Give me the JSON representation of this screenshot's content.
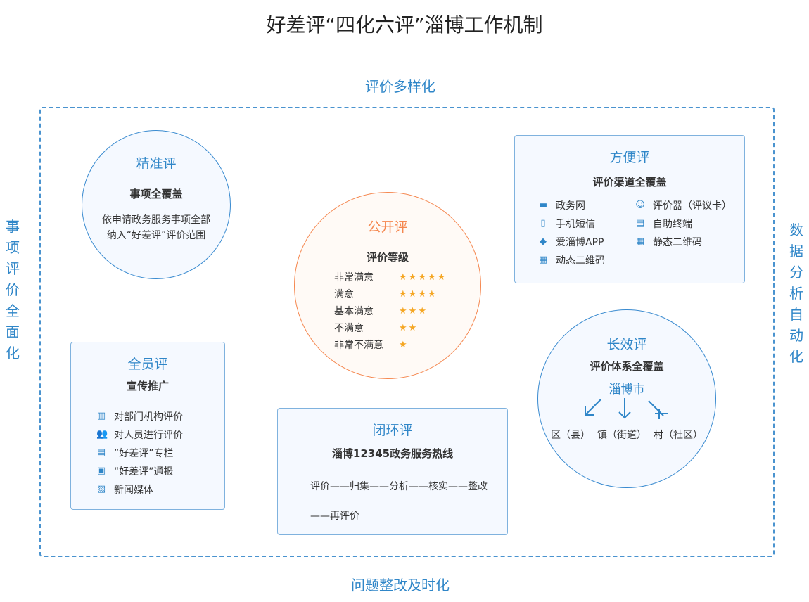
{
  "title": "好差评“四化六评”淄博工作机制",
  "axes": {
    "top": "评价多样化",
    "bottom": "问题整改及时化",
    "left": [
      "事",
      "项",
      "评",
      "价",
      "全",
      "面",
      "化"
    ],
    "right": [
      "数",
      "据",
      "分",
      "析",
      "自",
      "动",
      "化"
    ]
  },
  "jingzhun": {
    "title": "精准评",
    "subtitle": "事项全覆盖",
    "lines": [
      "依申请政务服务事项全部",
      "纳入“好差评”评价范围"
    ]
  },
  "fangbian": {
    "title": "方便评",
    "subtitle": "评价渠道全覆盖",
    "items": [
      {
        "label": "政务网",
        "icon": "monitor-icon"
      },
      {
        "label": "评价器（评议卡）",
        "icon": "smiley-icon"
      },
      {
        "label": "手机短信",
        "icon": "phone-icon"
      },
      {
        "label": "自助终端",
        "icon": "terminal-icon"
      },
      {
        "label": "爱淄博APP",
        "icon": "cube-icon"
      },
      {
        "label": "静态二维码",
        "icon": "qrcode-icon"
      },
      {
        "label": "动态二维码",
        "icon": "qrcode-icon"
      }
    ]
  },
  "gongkai": {
    "title": "公开评",
    "subtitle": "评价等级",
    "levels": [
      {
        "label": "非常满意",
        "stars": 5
      },
      {
        "label": "满意",
        "stars": 4
      },
      {
        "label": "基本满意",
        "stars": 3
      },
      {
        "label": "不满意",
        "stars": 2
      },
      {
        "label": "非常不满意",
        "stars": 1
      }
    ]
  },
  "quanyuan": {
    "title": "全员评",
    "subtitle": "宣传推广",
    "items": [
      {
        "label": "对部门机构评价",
        "icon": "building-icon"
      },
      {
        "label": "对人员进行评价",
        "icon": "users-icon"
      },
      {
        "label": "“好差评”专栏",
        "icon": "document-icon"
      },
      {
        "label": "“好差评”通报",
        "icon": "newspaper-icon"
      },
      {
        "label": "新闻媒体",
        "icon": "media-icon"
      }
    ]
  },
  "bihuan": {
    "title": "闭环评",
    "subtitle": "淄博12345政务服务热线",
    "line1": "评价——归集——分析——核实——整改",
    "line2": "——再评价"
  },
  "changxiao": {
    "title": "长效评",
    "subtitle": "评价体系全覆盖",
    "root": "淄博市",
    "branches": [
      "区（县）",
      "镇（街道）",
      "村（社区）"
    ]
  },
  "colors": {
    "blue": "#2f86c8",
    "orange": "#f5874f",
    "star": "#f5a623"
  }
}
